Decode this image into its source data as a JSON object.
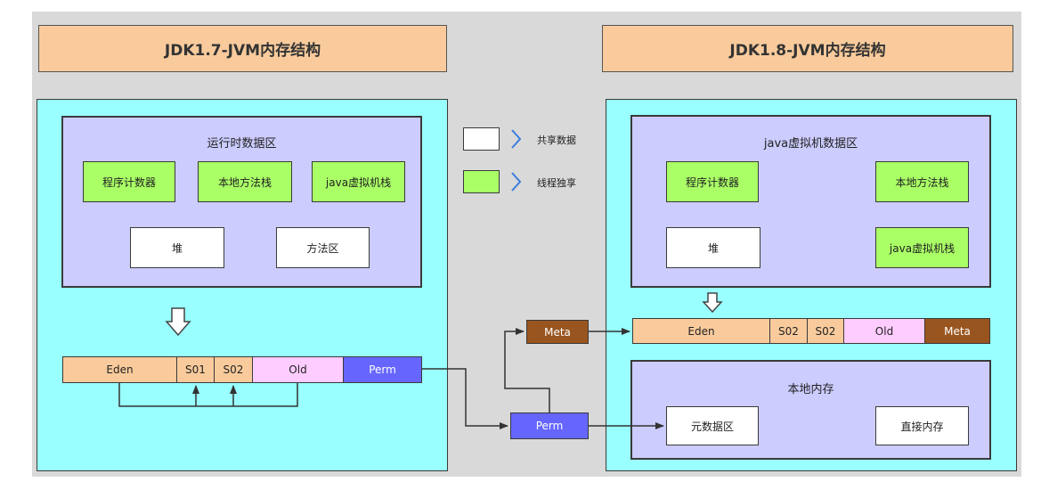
{
  "left": {
    "title": "JDK1.7-JVM内存结构",
    "runtime_area": "运行时数据区",
    "pc_register": "程序计数器",
    "native_stack": "本地方法栈",
    "java_stack": "java虚拟机栈",
    "heap": "堆",
    "method_area": "方法区",
    "segments": [
      "Eden",
      "S01",
      "S02",
      "Old",
      "Perm"
    ]
  },
  "right": {
    "title": "JDK1.8-JVM内存结构",
    "jvm_area": "java虚拟机数据区",
    "pc_register": "程序计数器",
    "native_stack": "本地方法栈",
    "heap": "堆",
    "java_stack": "java虚拟机栈",
    "segments": [
      "Eden",
      "S02",
      "S02",
      "Old",
      "Meta"
    ],
    "native_memory": "本地内存",
    "metadata_area": "元数据区",
    "direct_memory": "直接内存"
  },
  "middle": {
    "meta": "Meta",
    "perm": "Perm"
  },
  "legend": {
    "shared": "共享数据",
    "thread_private": "线程独享"
  },
  "colors": {
    "title_bg": "#f9cb9c",
    "container_bg": "#99ffff",
    "region_bg": "#ccccff",
    "thread_private": "#aaff66",
    "shared": "#ffffff",
    "eden": "#f9cb9c",
    "old": "#ffccff",
    "perm": "#6666ff",
    "meta": "#99551f",
    "legend_arrow": "#3b7ddd"
  }
}
